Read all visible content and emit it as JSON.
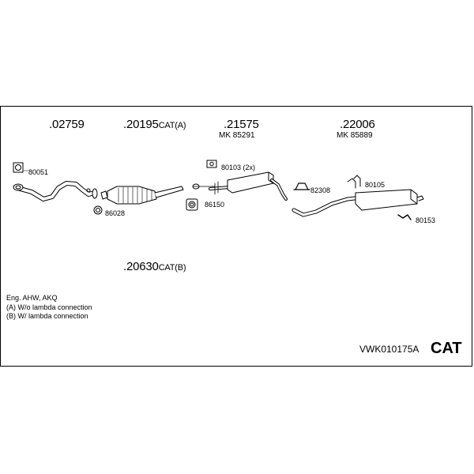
{
  "groups": {
    "g1": {
      "number": ".02759"
    },
    "g2": {
      "number": ".20195",
      "suffix": "CAT(A)"
    },
    "g3": {
      "number": ".21575",
      "sub": "MK 85291"
    },
    "g4": {
      "number": ".22006",
      "sub": "MK 85889"
    },
    "g5": {
      "number": ".20630",
      "suffix": "CAT(B)"
    }
  },
  "parts": {
    "p80051": "80051",
    "p86028": "86028",
    "p80103": "80103 (2x)",
    "p86150": "86150",
    "p82308": "82308",
    "p80105": "80105",
    "p80153": "80153"
  },
  "notes": {
    "engine": "Eng. AHW, AKQ",
    "a": "(A) W/o lambda connection",
    "b": "(B) W/ lambda connection"
  },
  "reference": "VWK010175A",
  "category": "CAT"
}
